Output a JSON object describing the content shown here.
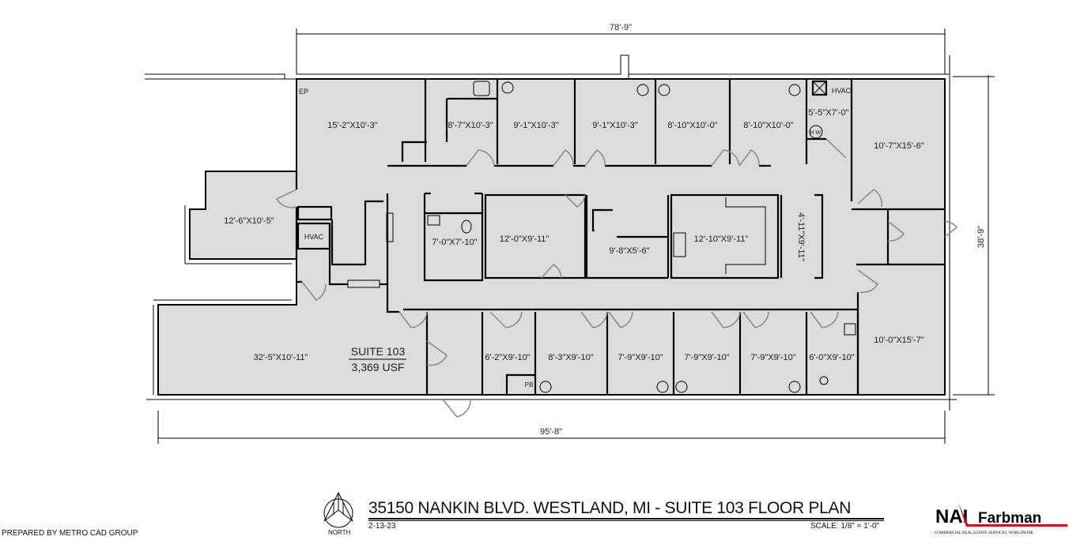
{
  "title": "35150 NANKIN BLVD. WESTLAND, MI - SUITE 103 FLOOR PLAN",
  "date": "2-13-23",
  "scale": "SCALE: 1/8\" = 1'-0\"",
  "prepared_by": "PREPARED BY METRO CAD GROUP",
  "north_label": "NORTH",
  "logo": {
    "brand": "NAI Farbman",
    "tagline": "COMMERCIAL REAL ESTATE SERVICES, WORLDWIDE",
    "accent": "#d0021b"
  },
  "dimensions": {
    "top": "78'-9\"",
    "bottom": "95'-8\"",
    "right": "38'-9\""
  },
  "suite": {
    "name": "SUITE 103",
    "area": "3,369 USF"
  },
  "rooms": [
    {
      "label": "15'-2\"X10'-3\""
    },
    {
      "label": "8'-7\"X10'-3\""
    },
    {
      "label": "9'-1\"X10'-3\""
    },
    {
      "label": "9'-1\"X10'-3\""
    },
    {
      "label": "8'-10\"X10'-0\""
    },
    {
      "label": "8'-10\"X10'-0\""
    },
    {
      "label": "5'-5\"X7'-0\""
    },
    {
      "label": "10'-7\"X15'-6\""
    },
    {
      "label": "12'-6\"X10'-5\""
    },
    {
      "label": "7'-0\"X7'-10\""
    },
    {
      "label": "12'-0\"X9'-11\""
    },
    {
      "label": "9'-8\"X5'-6\""
    },
    {
      "label": "12'-10\"X9'-11\""
    },
    {
      "label": "4'-11\"X9'-11\""
    },
    {
      "label": "32'-5\"X10'-11\""
    },
    {
      "label": "6'-2\"X9'-10\""
    },
    {
      "label": "8'-3\"X9'-10\""
    },
    {
      "label": "7'-9\"X9'-10\""
    },
    {
      "label": "7'-9\"X9'-10\""
    },
    {
      "label": "7'-9\"X9'-10\""
    },
    {
      "label": "6'-0\"X9'-10\""
    },
    {
      "label": "10'-0\"X15'-7\""
    }
  ],
  "tags": {
    "ep": "EP",
    "hvac_top": "HVAC",
    "hvac_left": "HVAC",
    "hw": "H.W.",
    "pb": "PB"
  }
}
